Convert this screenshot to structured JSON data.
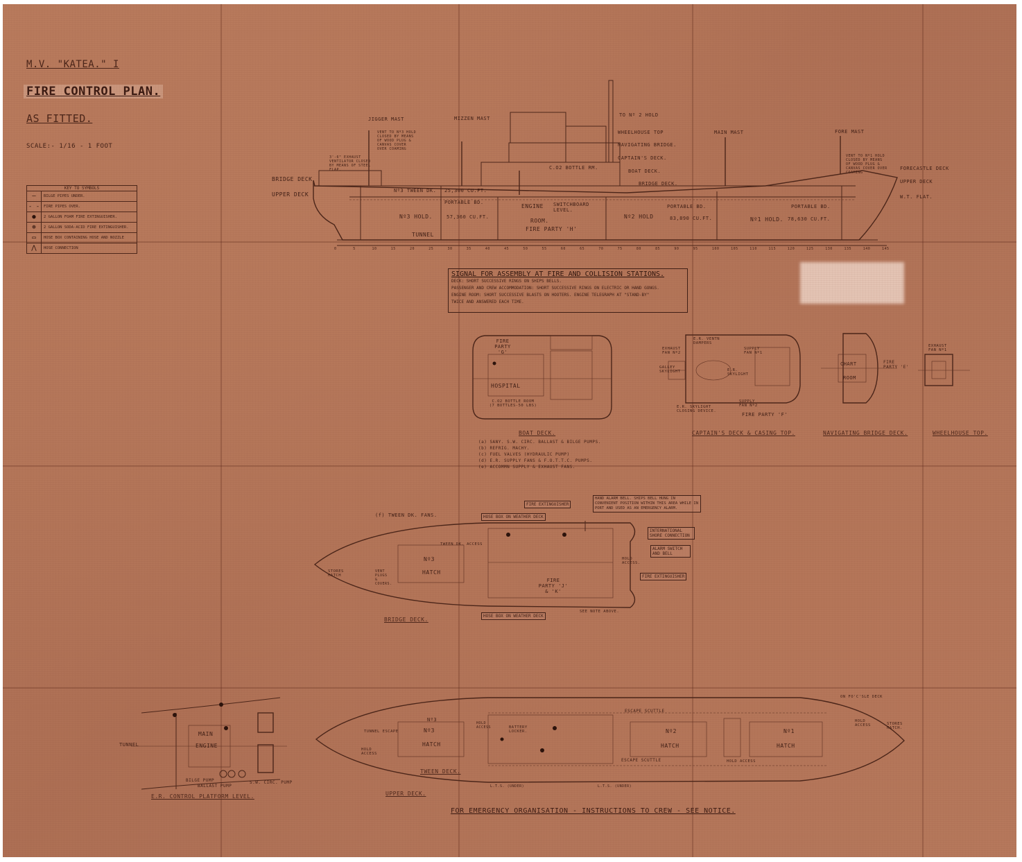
{
  "header": {
    "ship": "M.V. \"KATEA.\" I",
    "title": "FIRE CONTROL PLAN.",
    "subtitle": "AS FITTED.",
    "scale": "SCALE:- 1/16 - 1 FOOT"
  },
  "key": {
    "title": "KEY TO SYMBOLS",
    "rows": [
      {
        "symbol": "—",
        "text": "BILGE PIPES UNDER."
      },
      {
        "symbol": "- -",
        "text": "FIRE PIPES OVER."
      },
      {
        "symbol": "●",
        "text": "2 GALLON FOAM FIRE EXTINGUISHER."
      },
      {
        "symbol": "⊛",
        "text": "2 GALLON SODA-ACID FIRE EXTINGUISHER."
      },
      {
        "symbol": "▭",
        "text": "HOSE BOX CONTAINING HOSE AND NOZZLE"
      },
      {
        "symbol": "⋀",
        "text": "HOSE CONNECTION"
      }
    ]
  },
  "profile": {
    "labels": {
      "jigger_mast": "JIGGER MAST",
      "mizzen_mast": "MIZZEN MAST",
      "main_mast": "MAIN MAST",
      "fore_mast": "FORE MAST",
      "to_no2_hold": "TO Nº 2 HOLD",
      "wheelhouse_top": "WHEELHOUSE TOP",
      "navigating_bridge": "NAVIGATING BRIDGE.",
      "captains_deck": "CAPTAIN'S DECK.",
      "boat_deck": "BOAT DECK.",
      "bridge_deck_r": "BRIDGE DECK.",
      "bridge_deck_l": "BRIDGE DECK",
      "upper_deck_l": "UPPER DECK",
      "forecastle_deck": "FORECASTLE DECK",
      "upper_deck_r": "UPPER DECK",
      "wt_flat": "W.T. FLAT.",
      "no3_tween": "Nº3 TWEEN DK.",
      "no3_tween_cap": "25,300 CU.FT.",
      "portable_bd": "PORTABLE BD.",
      "no3_hold": "Nº3 HOLD.",
      "no3_hold_cap": "57,360 CU.FT.",
      "engine": "ENGINE",
      "room": "ROOM.",
      "switchboard": "SWITCHBOARD LEVEL.",
      "fire_party_h": "FIRE PARTY 'H'",
      "tunnel": "TUNNEL",
      "no2_hold": "Nº2 HOLD",
      "no2_hold_cap": "83,890 CU.FT.",
      "portable_bd2": "PORTABLE BD.",
      "no1_hold": "Nº1 HOLD.",
      "no1_hold_cap": "78,630 CU.FT.",
      "portable_bd3": "PORTABLE BD.",
      "co2": "C.O2 BOTTLE RM.",
      "vent_no3": "VENT TO Nº3 HOLD CLOSED BY MEANS OF WOOD PLUG & CANVAS COVER OVER COAMING",
      "vent_no1": "VENT TO Nº1 HOLD CLOSED BY MEANS OF WOOD PLUG & CANVAS COVER OVER COAMING",
      "exhaust_note": "3'-6\" EXHAUST VENTILATOR CLOSED BY MEANS OF STEEL FLAP."
    },
    "frame_numbers": [
      "0",
      "5",
      "10",
      "15",
      "20",
      "25",
      "30",
      "35",
      "40",
      "45",
      "50",
      "55",
      "60",
      "65",
      "70",
      "75",
      "80",
      "85",
      "90",
      "95",
      "100",
      "105",
      "110",
      "115",
      "120",
      "125",
      "130",
      "135",
      "140",
      "145"
    ]
  },
  "signal": {
    "title": "SIGNAL FOR ASSEMBLY AT FIRE AND COLLISION STATIONS.",
    "lines": [
      "DECK: SHORT SUCCESSIVE RINGS ON SHIPS BELLS.",
      "PASSENGER AND CREW ACCOMMODATION: SHORT SUCCESSIVE RINGS ON ELECTRIC OR HAND GONGS.",
      "ENGINE ROOM: SHORT SUCCESSIVE BLASTS ON HOOTERS. ENGINE TELEGRAPH AT \"STAND-BY\"",
      "TWICE AND ANSWERED EACH TIME."
    ]
  },
  "boat_deck": {
    "caption": "BOAT DECK.",
    "fire_party": "FIRE PARTY 'G'",
    "hospital": "HOSPITAL",
    "co2_room": "C.O2 BOTTLE ROOM (7 BOTTLES-50 LBS)",
    "notes": [
      "(a) SANY. S.W. CIRC. BALLAST & BILGE PUMPS.",
      "(b) REFRIG. MACHY.",
      "(c) FUEL VALVES (HYDRAULIC PUMP)",
      "(d) E.R. SUPPLY FANS & F.O.T.T.C. PUMPS.",
      "(e) ACCOMMN SUPPLY & EXHAUST FANS."
    ]
  },
  "captains_deck": {
    "caption": "CAPTAIN'S DECK & CASING TOP.",
    "er_vent": "E.R. VENTN DAMPERS",
    "exhaust_fan2": "EXHAUST FAN Nº2",
    "supply_fan1": "SUPPLY FAN Nº1",
    "galley_skylight": "GALLEY SKYLIGHT",
    "er_skylight": "E.R. SKYLIGHT",
    "supply_fan2": "SUPPLY FAN Nº2",
    "er_skylight_closing": "E.R. SKYLIGHT CLOSING DEVICE.",
    "fire_party_f": "FIRE PARTY 'F'"
  },
  "nav_bridge": {
    "caption": "NAVIGATING BRIDGE DECK.",
    "chart": "CHART",
    "room": "ROOM",
    "fire_party_e": "FIRE PARTY 'E'"
  },
  "wheelhouse": {
    "caption": "WHEELHOUSE TOP.",
    "exhaust_fan1": "EXHAUST FAN Nº1"
  },
  "bridge_deck": {
    "caption": "BRIDGE DECK.",
    "tween_fans": "(f) TWEEN DK. FANS.",
    "fire_extinguisher_top": "FIRE EXTINGUISHER",
    "hose_box_top": "HOSE BOX ON WEATHER DECK",
    "tween_access": "TWEEN DK. ACCESS",
    "hand_alarm": "HAND ALARM BELL. SHIPS BELL HUNG IN CONVENIENT POSITION WITHIN THIS AREA WHILE IN PORT AND USED AS AN EMERGENCY ALARM.",
    "intl_shore": "INTERNATIONAL SHORE CONNECTION",
    "alarm_switch": "ALARM SWITCH AND BELL",
    "hold_access": "HOLD ACCESS.",
    "fire_extinguisher_r": "FIRE EXTINGUISHER",
    "stores_hatch": "STORES HATCH",
    "no3": "Nº3",
    "hatch": "HATCH",
    "vent_plugs": "VENT PLUGS & COVERS.",
    "fire_party_jk": "FIRE PARTY 'J' & 'K'",
    "hose_box_bottom": "HOSE BOX ON WEATHER DECK",
    "see_note": "SEE NOTE ABOVE."
  },
  "er_platform": {
    "caption": "E.R. CONTROL PLATFORM LEVEL.",
    "main": "MAIN",
    "engine": "ENGINE",
    "tunnel": "TUNNEL",
    "bilge_pump": "BILGE PUMP",
    "ballast_pump": "BALLAST PUMP",
    "sw_circ_pump": "S.W. CIRC. PUMP"
  },
  "upper_deck": {
    "caption": "UPPER DECK.",
    "tween_caption": "TWEEN DECK.",
    "forecastle": "ON FO'C'SLE DECK",
    "tunnel_escape": "TUNNEL ESCAPE",
    "hold_access_l": "HOLD ACCESS",
    "no3": "Nº3",
    "hatch3": "HATCH",
    "no3_upper": "Nº3",
    "hold_access_m": "HOLD ACCESS",
    "battery_locker": "BATTERY LOCKER.",
    "escape_scuttle_top": "ESCAPE SCUTTLE",
    "escape_scuttle_bot": "ESCAPE SCUTTLE",
    "no2": "Nº2",
    "hatch2": "HATCH",
    "no1": "Nº1",
    "hatch1": "HATCH",
    "hold_access_bot": "HOLD ACCESS",
    "hold_access_r": "HOLD ACCESS",
    "stores_hatch": "STORES HATCH.",
    "lts_under": "L.T.S. (UNDER)",
    "lts_under2": "L.T.S. (UNDER)"
  },
  "footer": "FOR EMERGENCY ORGANISATION - INSTRUCTIONS TO CREW - SEE NOTICE."
}
